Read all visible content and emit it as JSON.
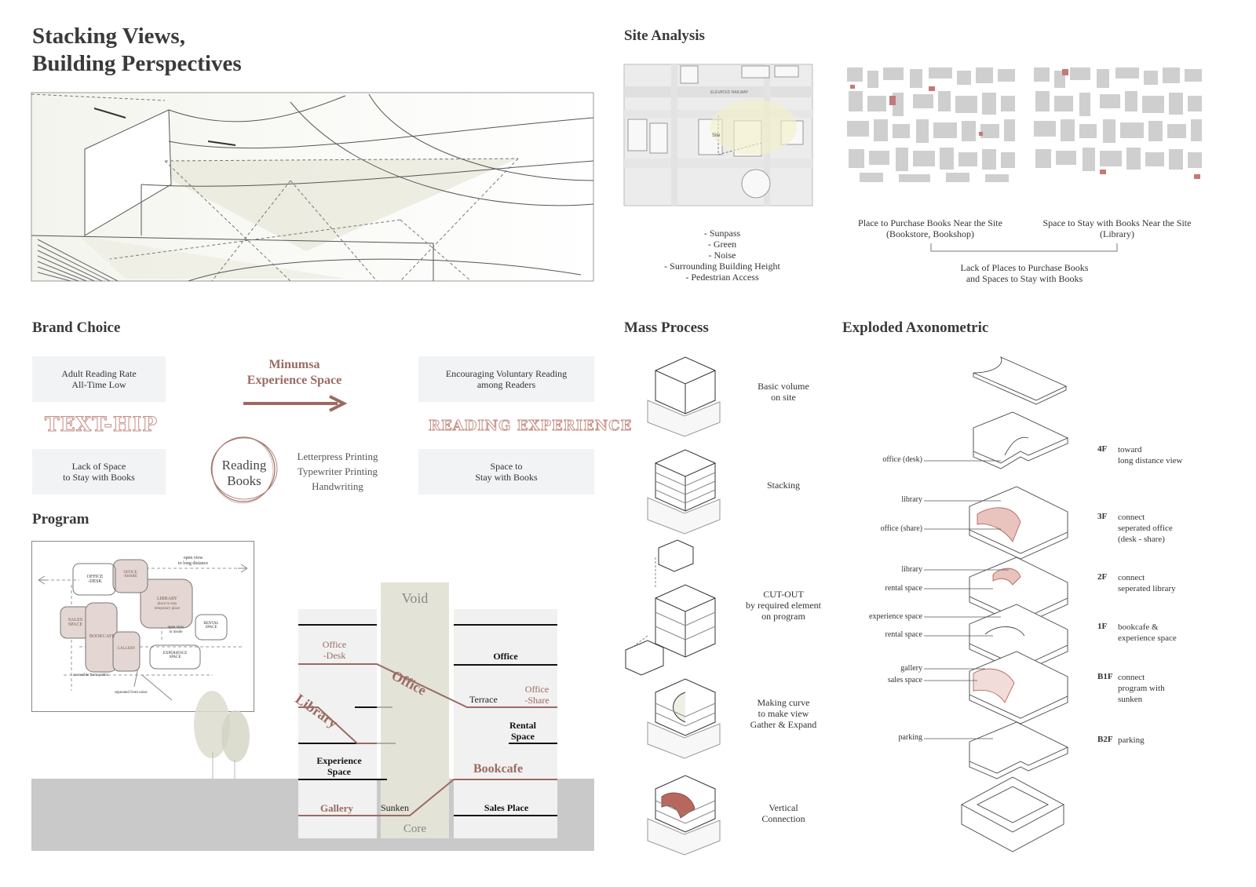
{
  "title_line1": "Stacking Views,",
  "title_line2": "Building Perspectives",
  "site_analysis": {
    "heading": "Site Analysis",
    "map_labels": {
      "railway": "ELEVATED RAILWAY",
      "site": "Site"
    },
    "factors": [
      "-  Sunpass",
      "-  Green",
      "-  Noise",
      "-  Surrounding Building Height",
      "-  Pedestrian Access"
    ],
    "purchase_caption_1": "Place to Purchase Books Near the Site",
    "purchase_caption_2": "(Bookstore, Bookshop)",
    "stay_caption_1": "Space to Stay with Books Near the Site",
    "stay_caption_2": "(Library)",
    "lack_1": "Lack of Places to Purchase Books",
    "lack_2": "and Spaces to Stay with Books"
  },
  "brand_choice": {
    "heading": "Brand Choice",
    "box_adult_1": "Adult Reading Rate",
    "box_adult_2": "All-Time Low",
    "text_hip": "TEXT-HIP",
    "box_lack_1": "Lack of Space",
    "box_lack_2": "to Stay with Books",
    "minumsa_1": "Minumsa",
    "minumsa_2": "Experience Space",
    "reading_1": "Reading",
    "reading_2": "Books",
    "printing": [
      "Letterpress Printing",
      "Typewriter Printing",
      "Handwriting"
    ],
    "box_encourage_1": "Encouraging Voluntary Reading",
    "box_encourage_2": "among Readers",
    "reading_experience": "READING EXPERIENCE",
    "box_space_1": "Space to",
    "box_space_2": "Stay with Books"
  },
  "program": {
    "heading": "Program",
    "diagram_labels": {
      "open_view": "open view",
      "long_distance": "to long distance",
      "office_desk": "OFFICE\n-DESK",
      "office_share": "OFFICE\n-SHARE",
      "library": "LIBRARY",
      "library_sub": "place to stay\ntemporary place",
      "sales_space": "SALES\nSPACE",
      "bookcafe": "BOOKCAFE",
      "gallery": "GALLERY",
      "rental_space": "RENTAL\nSPACE",
      "experience_space": "EXPERIENCE\nSPACE",
      "open_view_inside": "open view\nto inside",
      "accessible": "accessible from public",
      "seperated": "seperated from noise"
    },
    "section": {
      "void": "Void",
      "core": "Core",
      "office_desk_1": "Office",
      "office_desk_2": "-Desk",
      "office_diag": "Office",
      "office": "Office",
      "terrace": "Terrace",
      "office_share_1": "Office",
      "office_share_2": "-Share",
      "library": "Library",
      "rental_1": "Rental",
      "rental_2": "Space",
      "experience_1": "Experience",
      "experience_2": "Space",
      "bookcafe": "Bookcafe",
      "gallery": "Gallery",
      "sunken": "Sunken",
      "sales_place": "Sales Place"
    }
  },
  "mass_process": {
    "heading": "Mass Process",
    "steps": [
      {
        "l1": "Basic volume",
        "l2": "on site",
        "l3": ""
      },
      {
        "l1": "Stacking",
        "l2": "",
        "l3": ""
      },
      {
        "l1": "CUT-OUT",
        "l2": "by required element",
        "l3": "on program"
      },
      {
        "l1": "Making curve",
        "l2": "to make view",
        "l3": "Gather & Expand"
      },
      {
        "l1": "Vertical",
        "l2": "Connection",
        "l3": ""
      }
    ]
  },
  "exploded": {
    "heading": "Exploded Axonometric",
    "left_labels": [
      "office (desk)",
      "library",
      "office (share)",
      "library",
      "rental space",
      "experience space",
      "rental space",
      "gallery",
      "sales space",
      "parking"
    ],
    "floors": [
      {
        "f": "4F",
        "d1": "toward",
        "d2": "long distance view",
        "d3": ""
      },
      {
        "f": "3F",
        "d1": "connect",
        "d2": "seperated office",
        "d3": "(desk - share)"
      },
      {
        "f": "2F",
        "d1": "connect",
        "d2": "seperated library",
        "d3": ""
      },
      {
        "f": "1F",
        "d1": "bookcafe &",
        "d2": "experience space",
        "d3": ""
      },
      {
        "f": "B1F",
        "d1": "connect",
        "d2": "program with",
        "d3": "sunken"
      },
      {
        "f": "B2F",
        "d1": "parking",
        "d2": "",
        "d3": ""
      }
    ]
  },
  "colors": {
    "accent": "#9a6b62",
    "box": "#f2f3f4",
    "void": "#e3e3d8",
    "ground": "#c9c9c9",
    "tree": "#dcdccf"
  }
}
